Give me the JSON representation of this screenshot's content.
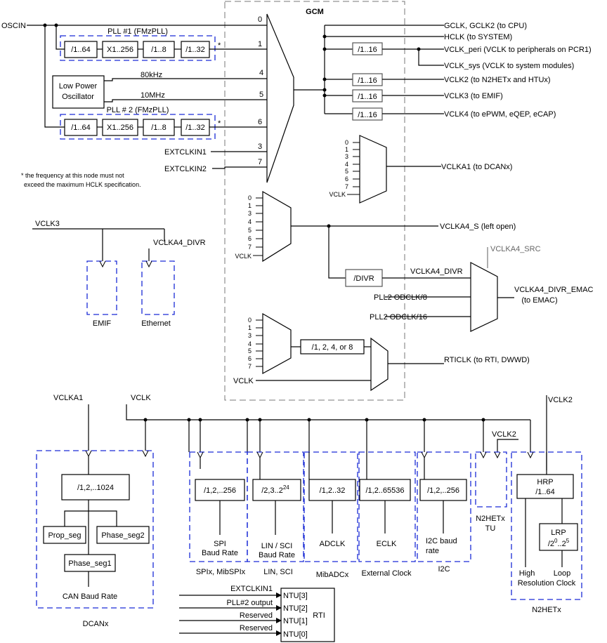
{
  "gcm": {
    "title": "GCM",
    "oscin": "OSCIN",
    "pll1": {
      "title": "PLL #1 (FMzPLL)",
      "div1": "/1..64",
      "mul": "X1..256",
      "div2": "/1..8",
      "div3": "/1..32",
      "star": "*"
    },
    "pll2": {
      "title": "PLL # 2 (FMzPLL)",
      "div1": "/1..64",
      "mul": "X1..256",
      "div2": "/1..8",
      "div3": "/1..32",
      "star": "*"
    },
    "lpo": {
      "line1": "Low Power",
      "line2": "Oscillator",
      "f80": "80kHz",
      "f10": "10MHz"
    },
    "mux_inputs": [
      "0",
      "1",
      "4",
      "5",
      "6",
      "3",
      "7"
    ],
    "extclkin1": "EXTCLKIN1",
    "extclkin2": "EXTCLKIN2",
    "footnote_line1": "* the frequency at this node must not",
    "footnote_line2": "exceed the maximum HCLK specification.",
    "outputs": {
      "gclk": "GCLK, GCLK2 (to CPU)",
      "hclk": "HCLK (to SYSTEM)",
      "vclk_peri_div": "/1..16",
      "vclk_peri": "VCLK_peri (VCLK to peripherals on PCR1)",
      "vclk_sys": "VCLK_sys (VCLK to system modules)",
      "vclk2_div": "/1..16",
      "vclk2": "VCLK2 (to N2HETx  and HTUx)",
      "vclk3_div": "/1..16",
      "vclk3": "VCLK3 (to EMIF)",
      "vclk4_div": "/1..16",
      "vclk4": "VCLK4 (to ePWM, eQEP, eCAP)"
    },
    "mux_a1_inputs": [
      "0",
      "1",
      "3",
      "4",
      "5",
      "6",
      "7",
      "VCLK"
    ],
    "vclka1": "VCLKA1 (to DCANx)",
    "mux_a4_inputs": [
      "0",
      "1",
      "3",
      "4",
      "5",
      "6",
      "7",
      "VCLK"
    ],
    "vclka4_s": "VCLKA4_S (left open)",
    "divr": "/DIVR",
    "vclka4_divr": "VCLKA4_DIVR",
    "vclka4_src": "VCLKA4_SRC",
    "pll2_odclk8": "PLL2 ODCLK/8",
    "pll2_odclk16": "PLL2 ODCLK/16",
    "vclka4_divr_emac_1": "VCLKA4_DIVR_EMAC",
    "vclka4_divr_emac_2": "(to EMAC)",
    "mux_rti_inputs": [
      "0",
      "1",
      "3",
      "4",
      "5",
      "6",
      "7"
    ],
    "rti_div": "/1, 2, 4, or 8",
    "rti_vclk": "VCLK",
    "rticlk": "RTICLK (to RTI, DWWD)"
  },
  "emif_eth": {
    "vclk3": "VCLK3",
    "vclka4_divr": "VCLKA4_DIVR",
    "emif": "EMIF",
    "ethernet": "Ethernet"
  },
  "bottom": {
    "vclka1": "VCLKA1",
    "vclk": "VCLK",
    "vclk2": "VCLK2",
    "vclk2_tu": "VCLK2",
    "dcan": {
      "div": "/1,2,..1024",
      "prop": "Prop_seg",
      "phase2": "Phase_seg2",
      "phase1": "Phase_seg1",
      "baud": "CAN Baud Rate",
      "label": "DCANx"
    },
    "spi": {
      "div": "/1,2,..256",
      "out1": "SPI",
      "out2": "Baud Rate",
      "label": "SPIx, MibSPIx"
    },
    "lin": {
      "div_base": "/2,3..2",
      "div_exp": "24",
      "out1": "LIN / SCI",
      "out2": "Baud Rate",
      "label": "LIN, SCI"
    },
    "adc": {
      "div": "/1,2..32",
      "out": "ADCLK",
      "label": "MibADCx"
    },
    "eclk": {
      "div": "/1,2..65536",
      "out": "ECLK",
      "label": "External Clock"
    },
    "i2c": {
      "div": "/1,2,..256",
      "out1": "I2C baud",
      "out2": "rate",
      "label": "I2C"
    },
    "tu": {
      "line1": "N2HETx",
      "line2": "TU"
    },
    "n2het": {
      "hrp1": "HRP",
      "hrp2": "/1..64",
      "lrp1": "LRP",
      "lrp2_base": "/2",
      "lrp2_exp1": "0",
      "lrp2_mid": "..2",
      "lrp2_exp2": "5",
      "high": "High",
      "loop": "Loop",
      "res": "Resolution Clock",
      "label": "N2HETx"
    },
    "rti": {
      "inputs": [
        "EXTCLKIN1",
        "PLL#2 output",
        "Reserved",
        "Reserved"
      ],
      "ntu": [
        "NTU[3]",
        "NTU[2]",
        "NTU[1]",
        "NTU[0]"
      ],
      "label": "RTI"
    }
  }
}
